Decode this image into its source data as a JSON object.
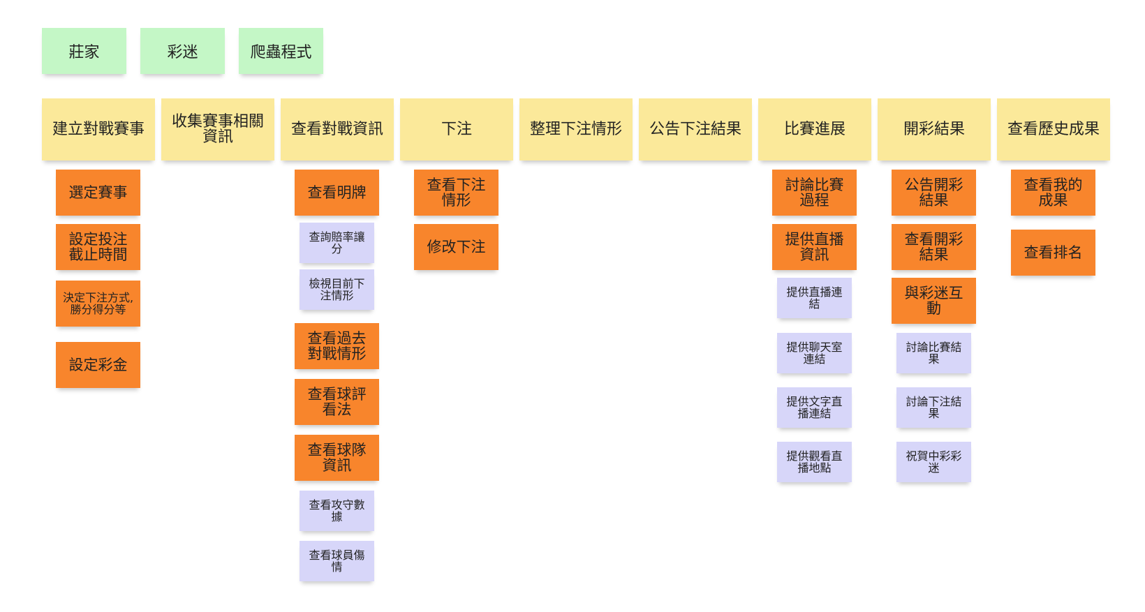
{
  "actors": [
    "莊家",
    "彩迷",
    "爬蟲程式"
  ],
  "activities": [
    "建立對戰賽事",
    "收集賽事相關資訊",
    "查看對戰資訊",
    "下注",
    "整理下注情形",
    "公告下注結果",
    "比賽進展",
    "開彩結果",
    "查看歷史成果"
  ],
  "columns": {
    "c1": [
      "選定賽事",
      "設定投注截止時間",
      "決定下注方式,勝分得分等",
      "設定彩金"
    ],
    "c3": [
      "查看明牌",
      "查詢賠率讓分",
      "檢視目前下注情形",
      "查看過去對戰情形",
      "查看球評看法",
      "查看球隊資訊",
      "查看攻守數據",
      "查看球員傷情"
    ],
    "c4": [
      "查看下注情形",
      "修改下注"
    ],
    "c7": [
      "討論比賽過程",
      "提供直播資訊",
      "提供直播連結",
      "提供聊天室連結",
      "提供文字直播連結",
      "提供觀看直播地點"
    ],
    "c8": [
      "公告開彩結果",
      "查看開彩結果",
      "與彩迷互動",
      "討論比賽結果",
      "討論下注結果",
      "祝賀中彩彩迷"
    ],
    "c9": [
      "查看我的成果",
      "查看排名"
    ]
  }
}
